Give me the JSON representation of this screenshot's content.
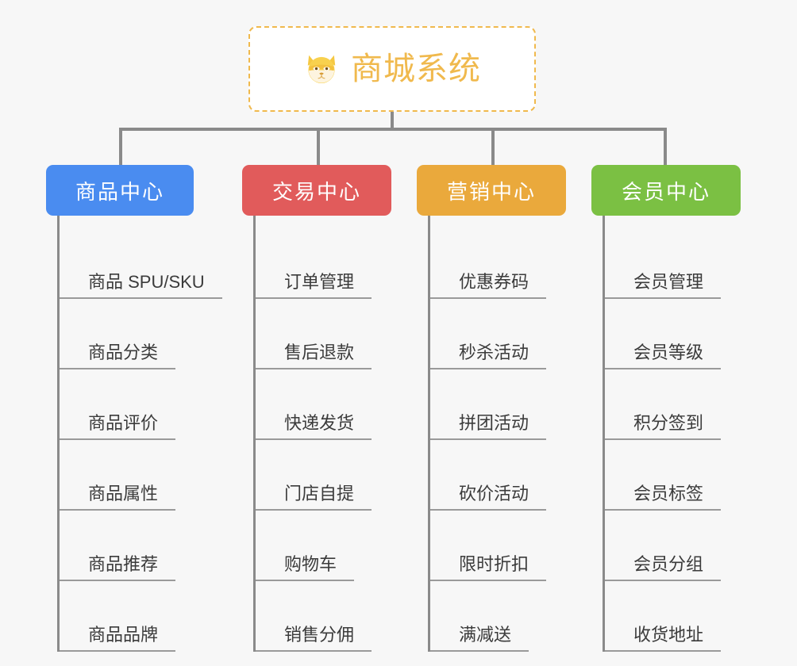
{
  "diagram": {
    "type": "org-chart",
    "background_color": "#f7f7f7",
    "root": {
      "title": "商城系统",
      "icon": "shiba-dog-emoji",
      "border_color": "#f0b94d",
      "text_color": "#f0b94d",
      "background_color": "#ffffff"
    },
    "connector_color": "#8a8a8a",
    "columns": [
      {
        "id": "product-center",
        "label": "商品中心",
        "color": "#4a8cf0",
        "items": [
          "商品 SPU/SKU",
          "商品分类",
          "商品评价",
          "商品属性",
          "商品推荐",
          "商品品牌"
        ]
      },
      {
        "id": "trade-center",
        "label": "交易中心",
        "color": "#e15b5b",
        "items": [
          "订单管理",
          "售后退款",
          "快递发货",
          "门店自提",
          "购物车",
          "销售分佣"
        ]
      },
      {
        "id": "marketing-center",
        "label": "营销中心",
        "color": "#eaa93c",
        "items": [
          "优惠券码",
          "秒杀活动",
          "拼团活动",
          "砍价活动",
          "限时折扣",
          "满减送"
        ]
      },
      {
        "id": "member-center",
        "label": "会员中心",
        "color": "#7bc043",
        "items": [
          "会员管理",
          "会员等级",
          "积分签到",
          "会员标签",
          "会员分组",
          "收货地址"
        ]
      }
    ]
  }
}
